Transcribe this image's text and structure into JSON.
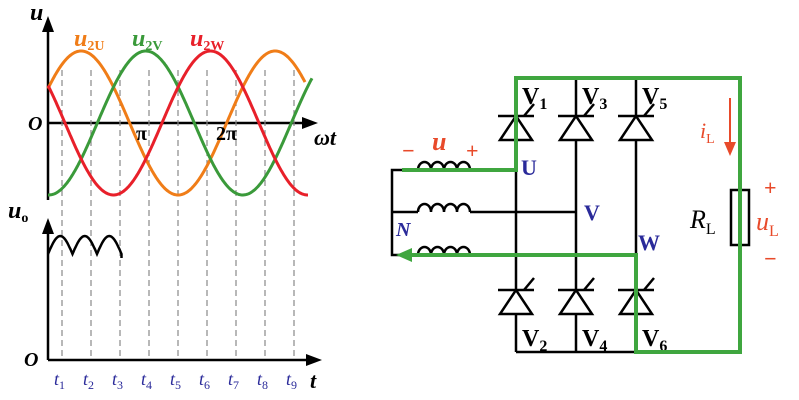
{
  "waveform": {
    "u_axis_label": "u",
    "origin_top": "O",
    "omega_t_label": "ωt",
    "pi_label": "π",
    "two_pi_label": "2π",
    "u2u": {
      "base": "u",
      "sub": "2U"
    },
    "u2v": {
      "base": "u",
      "sub": "2V"
    },
    "u2w": {
      "base": "u",
      "sub": "2W"
    },
    "uo": {
      "base": "u",
      "sub": "o"
    },
    "origin_bottom": "O",
    "t_axis_label": "t",
    "time_ticks": [
      {
        "base": "t",
        "sub": "1"
      },
      {
        "base": "t",
        "sub": "2"
      },
      {
        "base": "t",
        "sub": "3"
      },
      {
        "base": "t",
        "sub": "4"
      },
      {
        "base": "t",
        "sub": "5"
      },
      {
        "base": "t",
        "sub": "6"
      },
      {
        "base": "t",
        "sub": "7"
      },
      {
        "base": "t",
        "sub": "8"
      },
      {
        "base": "t",
        "sub": "9"
      }
    ]
  },
  "circuit": {
    "source_minus": "−",
    "source_u": "u",
    "source_plus": "+",
    "node_u": "U",
    "node_v": "V",
    "node_w": "W",
    "node_n": "N",
    "thyristors": [
      {
        "base": "V",
        "sub": "1"
      },
      {
        "base": "V",
        "sub": "3"
      },
      {
        "base": "V",
        "sub": "5"
      },
      {
        "base": "V",
        "sub": "2"
      },
      {
        "base": "V",
        "sub": "4"
      },
      {
        "base": "V",
        "sub": "6"
      }
    ],
    "current": {
      "base": "i",
      "sub": "L"
    },
    "load": {
      "base": "R",
      "sub": "L"
    },
    "load_voltage": {
      "base": "u",
      "sub": "L"
    },
    "load_plus": "+",
    "load_minus": "−"
  },
  "colors": {
    "u2u": "#f07d18",
    "u2v": "#3a9a3a",
    "u2w": "#e8202a",
    "path": "#3fa63f",
    "node": "#2a2a9a",
    "accent": "#e84a2a",
    "ink": "#000000"
  }
}
